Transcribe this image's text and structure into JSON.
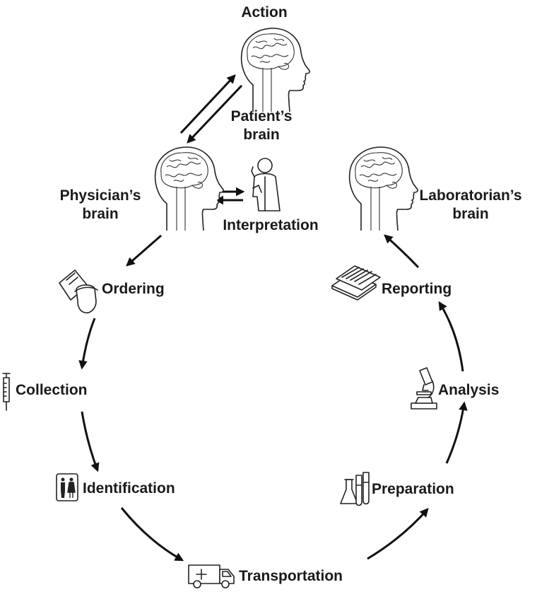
{
  "labels": {
    "action": "Action",
    "patient_line1": "Patient’s",
    "patient_line2": "brain",
    "physician_line1": "Physician’s",
    "physician_line2": "brain",
    "interpretation": "Interpretation",
    "laboratorian_line1": "Laboratorian’s",
    "laboratorian_line2": "brain",
    "ordering": "Ordering",
    "collection": "Collection",
    "identification": "Identification",
    "transportation": "Transportation",
    "preparation": "Preparation",
    "analysis": "Analysis",
    "reporting": "Reporting"
  },
  "icons": {
    "patient_head": "head-brain-icon",
    "physician_head": "head-brain-icon",
    "laboratorian_head": "head-brain-icon",
    "interpretation": "physician-figure-icon",
    "ordering": "order-form-icon",
    "collection": "syringe-icon",
    "identification": "restroom-people-icon",
    "transportation": "ambulance-icon",
    "preparation": "test-tubes-flask-icon",
    "analysis": "microscope-icon",
    "reporting": "report-stack-icon"
  },
  "colors": {
    "ink": "#111111",
    "text": "#1a1a1a",
    "background": "#ffffff"
  }
}
